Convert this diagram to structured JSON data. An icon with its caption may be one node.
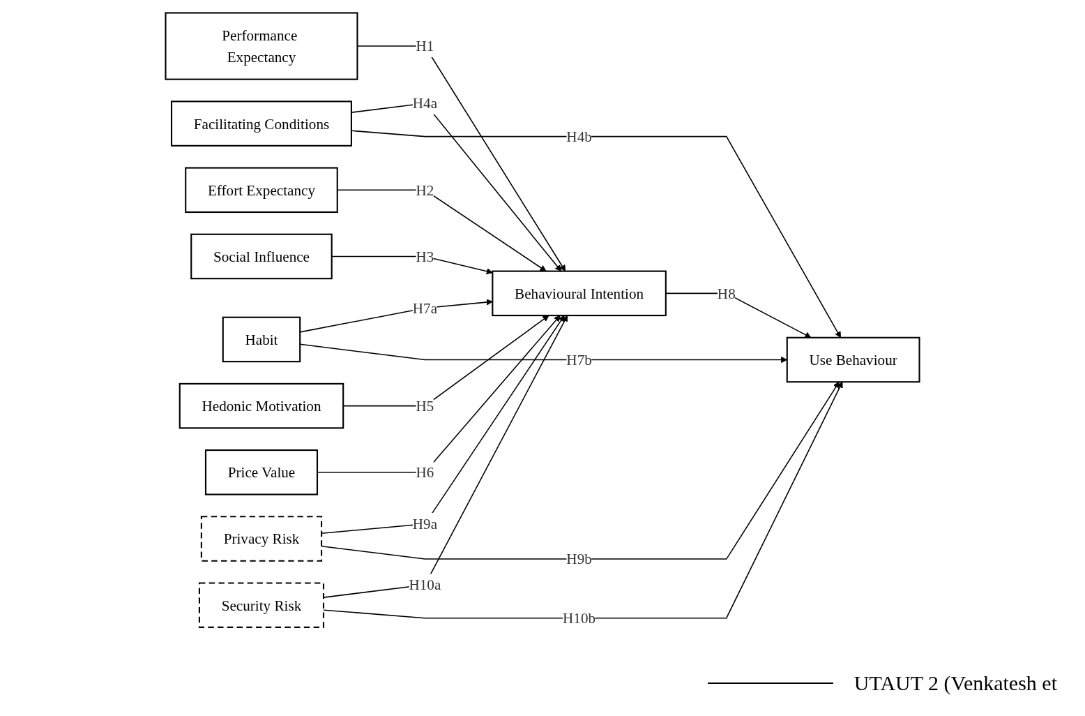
{
  "diagram": {
    "nodes": [
      {
        "text": [
          "Performance Expectancy"
        ]
      },
      {
        "text": [
          "Effort Expectancy"
        ]
      },
      {
        "text": [
          "Social Influence"
        ]
      },
      {
        "text": [
          "Facilitating Conditions"
        ]
      },
      {
        "text": [
          "Hedonic Motivation"
        ]
      },
      {
        "text": [
          "Price Value"
        ]
      },
      {
        "text": [
          "Habit"
        ]
      },
      {
        "text": [
          "Privacy Risk"
        ]
      },
      {
        "text": [
          "Security Risk"
        ]
      },
      {
        "text": [
          "Behavioural Intention"
        ]
      },
      {
        "text": [
          "Use Behaviour"
        ]
      }
    ],
    "edges": [
      {
        "from": 0,
        "to": 9,
        "arrow": "to",
        "label": "H1"
      },
      {
        "from": 1,
        "to": 9,
        "arrow": "to",
        "label": "H2"
      },
      {
        "from": 2,
        "to": 9,
        "arrow": "to",
        "label": "H3"
      },
      {
        "from": 3,
        "to": 9,
        "arrow": "to",
        "label": "H4a"
      },
      {
        "from": 3,
        "to": 10,
        "arrow": "to",
        "label": "H4b"
      },
      {
        "from": 4,
        "to": 9,
        "arrow": "to",
        "label": "H5"
      },
      {
        "from": 5,
        "to": 9,
        "arrow": "to",
        "label": "H6"
      },
      {
        "from": 6,
        "to": 9,
        "arrow": "to",
        "label": "H7a"
      },
      {
        "from": 6,
        "to": 10,
        "arrow": "to",
        "label": "H7b"
      },
      {
        "from": 9,
        "to": 10,
        "arrow": "to",
        "label": "H8"
      },
      {
        "from": 7,
        "to": 9,
        "arrow": "to",
        "label": "H9a"
      },
      {
        "from": 7,
        "to": 10,
        "arrow": "to",
        "label": "H9b"
      },
      {
        "from": 8,
        "to": 9,
        "arrow": "to",
        "label": "H10a"
      },
      {
        "from": 8,
        "to": 10,
        "arrow": "to",
        "label": "H10b"
      }
    ],
    "legend": [
      {
        "text": "UTAUT 2 (Venkatesh et"
      }
    ]
  }
}
